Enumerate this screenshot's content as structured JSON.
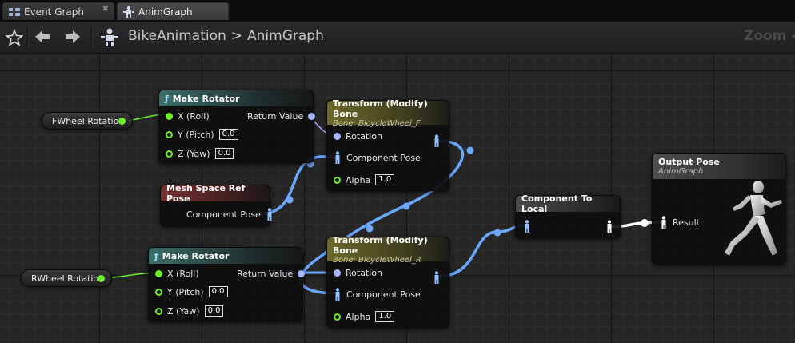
{
  "tabs": [
    {
      "label": "Event Graph",
      "icon": "event-graph-icon",
      "close": "✖"
    },
    {
      "label": "AnimGraph",
      "icon": "anim-graph-icon"
    }
  ],
  "toolbar": {
    "breadcrumb": {
      "root": "BikeAnimation",
      "separator": ">",
      "current": "AnimGraph"
    },
    "zoom": "Zoom -"
  },
  "variables": {
    "fwheel": "FWheel Rotation",
    "rwheel": "RWheel Rotation"
  },
  "make_rotator_top": {
    "title": "Make Rotator",
    "x_label": "X (Roll)",
    "y_label": "Y (Pitch)",
    "y_value": "0.0",
    "z_label": "Z (Yaw)",
    "z_value": "0.0",
    "return_label": "Return Value"
  },
  "make_rotator_bottom": {
    "title": "Make Rotator",
    "x_label": "X (Roll)",
    "y_label": "Y (Pitch)",
    "y_value": "0.0",
    "z_label": "Z (Yaw)",
    "z_value": "0.0",
    "return_label": "Return Value"
  },
  "mesh_ref_pose": {
    "title": "Mesh Space Ref Pose",
    "output_label": "Component Pose"
  },
  "bone_top": {
    "title": "Transform (Modify) Bone",
    "subtitle": "Bone: BicycleWheel_F",
    "rotation_label": "Rotation",
    "pose_label": "Component Pose",
    "alpha_label": "Alpha",
    "alpha_value": "1.0"
  },
  "bone_bottom": {
    "title": "Transform (Modify) Bone",
    "subtitle": "Bone: BicycleWheel_R",
    "rotation_label": "Rotation",
    "pose_label": "Component Pose",
    "alpha_label": "Alpha",
    "alpha_value": "1.0"
  },
  "component_to_local": {
    "title": "Component To Local"
  },
  "output_pose": {
    "title": "Output Pose",
    "subtitle": "AnimGraph",
    "result_label": "Result"
  },
  "colors": {
    "pose_wire": "#6aa9ff",
    "float_wire": "#6cf02a",
    "rotator_wire": "#a7b4ff",
    "local_wire": "#ffffff"
  }
}
